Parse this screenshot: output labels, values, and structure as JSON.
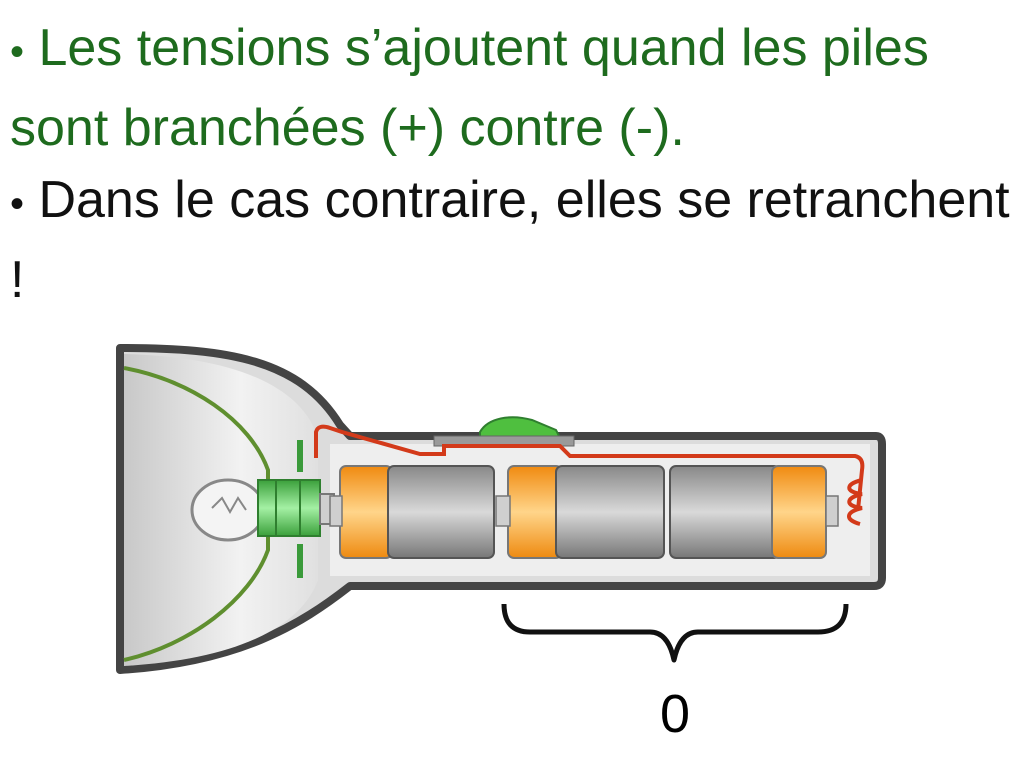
{
  "bullets": [
    {
      "marker": "•",
      "text": " Les tensions s’ajoutent quand les piles sont branchées (+) contre (-)."
    },
    {
      "marker": "•",
      "text": " Dans le cas contraire, elles se retranchent !"
    }
  ],
  "diagram": {
    "sum_label": "0",
    "colors": {
      "reflector": "#d2d2d2",
      "body_outline": "#4a4a4a",
      "wire": "#d33a1a",
      "green_part": "#5fcf5f",
      "battery_orange": "#f5a93a",
      "battery_gray": "#a7a7a7"
    }
  }
}
